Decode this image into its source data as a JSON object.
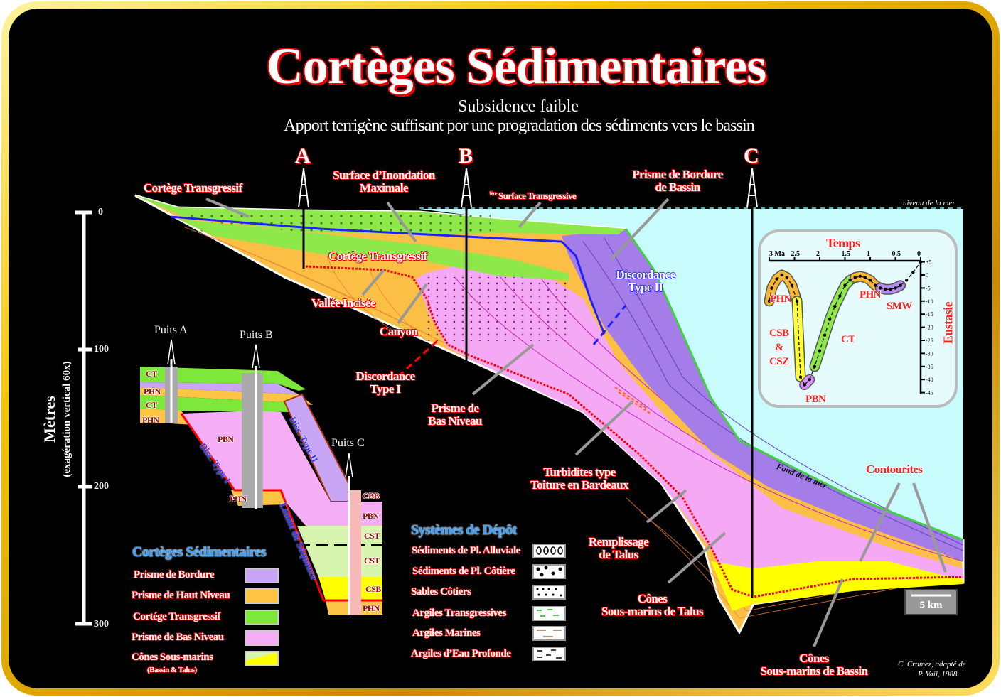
{
  "title": "Cortèges Sédimentaires",
  "subtitle": "Subsidence faible",
  "subtitle2": "Apport terrigène suffisant por une progradation des sédiments vers le bassin",
  "wells": {
    "a": "A",
    "b": "B",
    "c": "C"
  },
  "sea_level_label": "niveau de la mer",
  "seafloor_label": "Fond de la mer",
  "annotations": {
    "ct_top": "Cortège Transgressif",
    "mfs_1": "Surface d’Inondation",
    "mfs_2": "Maximale",
    "first_ts_sup": "1ère",
    "first_ts": "Surface Transgressive",
    "shelf_margin_1": "Prisme de Bordure",
    "shelf_margin_2": "de Bassin",
    "ct_mid": "Cortège Transgressif",
    "incised_valley": "Vallée Incisée",
    "canyon": "Canyon",
    "disc2_1": "Discordance",
    "disc2_2": "Type II",
    "disc1_1": "Discordance",
    "disc1_2": "Type I",
    "lowstand_1": "Prisme de",
    "lowstand_2": "Bas Niveau",
    "turbidites_1": "Turbidites type",
    "turbidites_2": "Toiture en Bardeaux",
    "slope_fill_1": "Remplissage",
    "slope_fill_2": "de Talus",
    "slope_fan_1": "Cônes",
    "slope_fan_2": "Sous-marins de Talus",
    "basin_fan_1": "Cônes",
    "basin_fan_2": "Sous-marins de Bassin",
    "contourites": "Contourites"
  },
  "depth_scale": {
    "title": "Mètres",
    "subtitle": "(exagération vertical  60x)",
    "ticks": [
      "0",
      "100",
      "200",
      "300"
    ]
  },
  "horizontal_scale": "5 km",
  "eustasy_chart": {
    "title": "Temps",
    "ylabel": "Eustasie",
    "x_ticks": [
      "3 Ma",
      "2.5",
      "2",
      "1.5",
      "1",
      "0.5",
      "0"
    ],
    "y_ticks": [
      "+5",
      "0",
      "-5",
      "-10",
      "-15",
      "-20",
      "-25",
      "-30",
      "-35",
      "-40",
      "-45"
    ],
    "xlim": [
      3,
      0
    ],
    "ylim": [
      5,
      -45
    ],
    "curve": [
      [
        3.0,
        -10
      ],
      [
        2.95,
        -5
      ],
      [
        2.85,
        -1.5
      ],
      [
        2.75,
        0
      ],
      [
        2.65,
        -1
      ],
      [
        2.55,
        -4
      ],
      [
        2.45,
        -10
      ],
      [
        2.38,
        -39
      ],
      [
        2.3,
        -42
      ],
      [
        2.2,
        -40
      ],
      [
        2.1,
        -35
      ],
      [
        2.0,
        -29
      ],
      [
        1.9,
        -23
      ],
      [
        1.8,
        -17
      ],
      [
        1.7,
        -12
      ],
      [
        1.6,
        -8
      ],
      [
        1.5,
        -4
      ],
      [
        1.4,
        -2
      ],
      [
        1.3,
        -1
      ],
      [
        1.2,
        -0.5
      ],
      [
        1.1,
        -1
      ],
      [
        1.0,
        -2
      ],
      [
        0.9,
        -4
      ],
      [
        0.8,
        -5
      ],
      [
        0.7,
        -5.5
      ],
      [
        0.6,
        -5.5
      ],
      [
        0.5,
        -5
      ],
      [
        0.4,
        -4
      ],
      [
        0.28,
        -2
      ],
      [
        0.15,
        1
      ],
      [
        0,
        5
      ]
    ],
    "segments": [
      {
        "label": "PHN",
        "from": 3.0,
        "to": 2.45,
        "color": "#f7b733"
      },
      {
        "label": "CSB & CSZ",
        "from": 2.45,
        "to": 2.35,
        "color": "#ffff33"
      },
      {
        "label": "PBN",
        "from": 2.35,
        "to": 2.15,
        "color": "#d890f5"
      },
      {
        "label": "CT",
        "from": 2.15,
        "to": 1.3,
        "color": "#8fe84a"
      },
      {
        "label": "PHN",
        "from": 1.3,
        "to": 0.8,
        "color": "#f7b733"
      },
      {
        "label": "SMW",
        "from": 0.8,
        "to": 0.3,
        "color": "#b58cf0"
      }
    ],
    "labels": {
      "phn1": "PHN",
      "csb": "CSB",
      "amp": "&",
      "csz": "CSZ",
      "pbn": "PBN",
      "ct": "CT",
      "phn2": "PHN",
      "smw": "SMW"
    }
  },
  "well_panel": {
    "puits_a": "Puits A",
    "puits_b": "Puits B",
    "puits_c": "Puits C",
    "a_layers": [
      "CT",
      "PHN",
      "CT",
      "PHN"
    ],
    "pbn": "PBN",
    "phn_b": "PHN",
    "disc1": "Disc. Type I",
    "disc2": "Disc. Type II",
    "sequence_boundary": "Limite de Séquence",
    "c_layers": [
      "CBB",
      "PBN",
      "CST",
      "CST",
      "CSB",
      "PHN"
    ]
  },
  "legend_cortege": {
    "title": "Cortèges Sédimentaires",
    "items": [
      {
        "label": "Prisme de Bordure",
        "color": "#c9a6f5"
      },
      {
        "label": "Prisme de Haut Niveau",
        "color": "#fdc446"
      },
      {
        "label": "Cortége Transgressif",
        "color": "#7ee83a"
      },
      {
        "label": "Prisme de Bas Niveau",
        "color": "#f5aef5"
      },
      {
        "label": "Cônes Sous-marins",
        "note": "(Bassin & Talus)",
        "color": "#ffff00"
      }
    ]
  },
  "legend_depot": {
    "title": "Systèmes de Dépôt",
    "items": [
      {
        "label": "Sédiments de Pl. Alluviale",
        "pattern": "circles"
      },
      {
        "label": "Sédiments de Pl. Côtière",
        "pattern": "big-dots"
      },
      {
        "label": "Sables Côtiers",
        "pattern": "small-dots"
      },
      {
        "label": "Argiles Transgressives",
        "pattern": "green-dashes"
      },
      {
        "label": "Argiles Marines",
        "pattern": "brown-dashes"
      },
      {
        "label": "Argiles d’Eau Profonde",
        "pattern": "black-dashes"
      }
    ]
  },
  "credit_1": "C. Cramez, adapté de",
  "credit_2": "P. Vail, 1988"
}
